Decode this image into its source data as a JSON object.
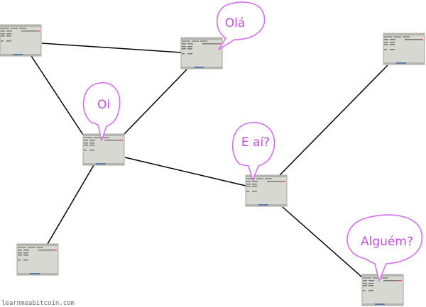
{
  "colors": {
    "edge": "#000000",
    "bubble_stroke": "#d46ff0",
    "bubble_text": "#c04fe2",
    "window_bg": "#d8d8d2",
    "window_border": "#a4a49c",
    "window_bar": "#b4b4ae",
    "window_status": "#5878a8"
  },
  "nodes": [
    {
      "id": "n1"
    },
    {
      "id": "n2"
    },
    {
      "id": "n3"
    },
    {
      "id": "n4"
    },
    {
      "id": "n5"
    },
    {
      "id": "n6"
    },
    {
      "id": "n7"
    }
  ],
  "edges": [
    {
      "from": "n1",
      "to": "n2"
    },
    {
      "from": "n1",
      "to": "n3"
    },
    {
      "from": "n2",
      "to": "n3"
    },
    {
      "from": "n3",
      "to": "n5"
    },
    {
      "from": "n3",
      "to": "n6"
    },
    {
      "from": "n4",
      "to": "n5"
    },
    {
      "from": "n5",
      "to": "n7"
    }
  ],
  "bubbles": [
    {
      "id": "b2",
      "text": "Olá",
      "node": "n2"
    },
    {
      "id": "b3",
      "text": "Oi",
      "node": "n3"
    },
    {
      "id": "b5",
      "text": "E aí?",
      "node": "n5"
    },
    {
      "id": "b7",
      "text": "Alguém?",
      "node": "n7"
    }
  ],
  "watermark": "learnmeabitcoin.com"
}
